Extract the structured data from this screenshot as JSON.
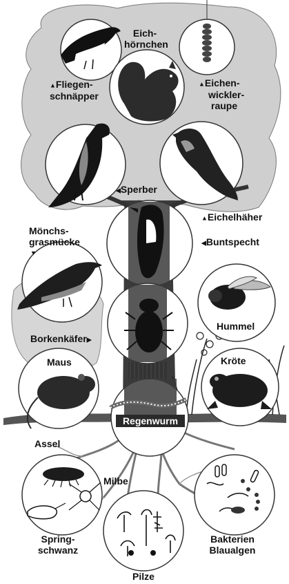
{
  "labels": {
    "eichhoernchen_1": "Eich-",
    "eichhoernchen_2": "hörnchen",
    "fliegenschnaepper_1": "Fliegen-",
    "fliegenschnaepper_2": "schnäpper",
    "eichenwickler_1": "Eichen-",
    "eichenwickler_2": "wickler-",
    "eichenwickler_3": "raupe",
    "sperber": "Sperber",
    "eichelhaeher": "Eichelhäher",
    "buntspecht": "Buntspecht",
    "moenchsgrasmuecke_1": "Mönchs-",
    "moenchsgrasmuecke_2": "grasmücke",
    "hummel": "Hummel",
    "borkenkaefer": "Borkenkäfer",
    "maus": "Maus",
    "kroete": "Kröte",
    "regenwurm": "Regenwurm",
    "assel": "Assel",
    "milbe": "Milbe",
    "springschwanz_1": "Spring-",
    "springschwanz_2": "schwanz",
    "bakterien": "Bakterien",
    "blaualgen": "Blaualgen",
    "pilze": "Pilze"
  },
  "colors": {
    "ink": "#111111",
    "crown": "#c9c9c9",
    "trunk": "#3a3a3a",
    "circle_fill": "#ffffff"
  }
}
